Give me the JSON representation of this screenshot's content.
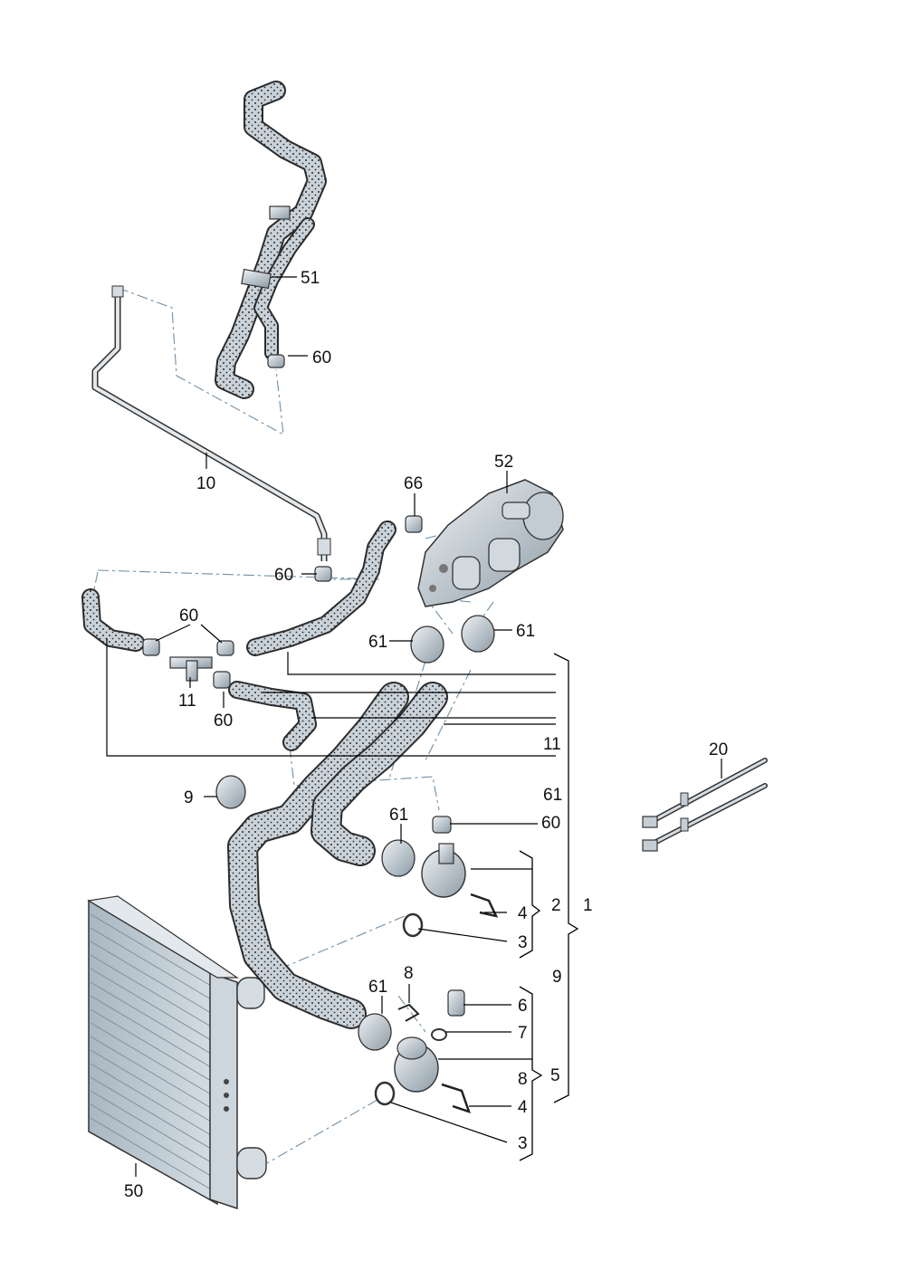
{
  "diagram": {
    "callouts": [
      {
        "id": "c51",
        "label": "51"
      },
      {
        "id": "c60a",
        "label": "60"
      },
      {
        "id": "c10",
        "label": "10"
      },
      {
        "id": "c52",
        "label": "52"
      },
      {
        "id": "c66",
        "label": "66"
      },
      {
        "id": "c60b",
        "label": "60"
      },
      {
        "id": "c60c",
        "label": "60"
      },
      {
        "id": "c61a",
        "label": "61"
      },
      {
        "id": "c61b",
        "label": "61"
      },
      {
        "id": "c11a",
        "label": "11"
      },
      {
        "id": "c60d",
        "label": "60"
      },
      {
        "id": "c11b",
        "label": "11"
      },
      {
        "id": "c20",
        "label": "20"
      },
      {
        "id": "c9a",
        "label": "9"
      },
      {
        "id": "c61c",
        "label": "61"
      },
      {
        "id": "c61d",
        "label": "61"
      },
      {
        "id": "c60e",
        "label": "60"
      },
      {
        "id": "c4a",
        "label": "4"
      },
      {
        "id": "c2",
        "label": "2"
      },
      {
        "id": "c1",
        "label": "1"
      },
      {
        "id": "c3a",
        "label": "3"
      },
      {
        "id": "c9b",
        "label": "9"
      },
      {
        "id": "c61e",
        "label": "61"
      },
      {
        "id": "c8a",
        "label": "8"
      },
      {
        "id": "c6",
        "label": "6"
      },
      {
        "id": "c7",
        "label": "7"
      },
      {
        "id": "c8b",
        "label": "8"
      },
      {
        "id": "c5",
        "label": "5"
      },
      {
        "id": "c4b",
        "label": "4"
      },
      {
        "id": "c3b",
        "label": "3"
      },
      {
        "id": "c50",
        "label": "50"
      }
    ]
  },
  "colors": {
    "hose": "#c9d2d9",
    "hose_outline": "#2c2c2c",
    "part_fill": "#d5dde3",
    "radiator": "#b9c6d0",
    "dash_line": "#6f8fa6"
  }
}
